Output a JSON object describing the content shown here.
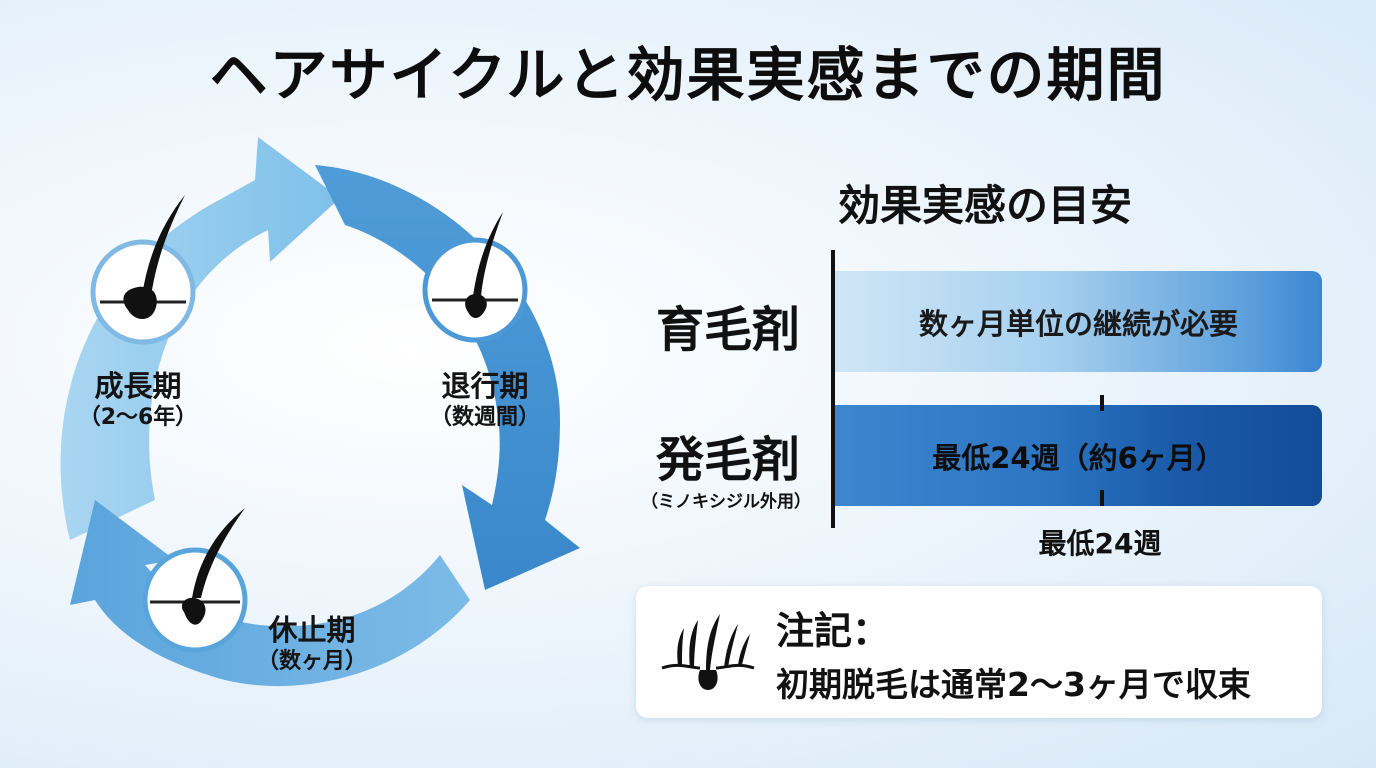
{
  "title": "ヘアサイクルと効果実感までの期間",
  "cycle": {
    "phases": [
      {
        "name": "成長期",
        "sub": "（2〜6年）"
      },
      {
        "name": "退行期",
        "sub": "（数週間）"
      },
      {
        "name": "休止期",
        "sub": "（数ヶ月）"
      }
    ]
  },
  "timeline": {
    "title": "効果実感の目安",
    "rows": [
      {
        "label": "育毛剤",
        "sublabel": "",
        "bar_text": "数ヶ月単位の継続が必要"
      },
      {
        "label": "発毛剤",
        "sublabel": "（ミノキシジル外用）",
        "bar_text": "最低24週（約6ヶ月）"
      }
    ],
    "marker_label": "最低24週"
  },
  "note": {
    "heading": "注記：",
    "text": "初期脱毛は通常2〜3ヶ月で収束"
  },
  "colors": {
    "arrow_light": "#8cc6ea",
    "arrow_mid": "#4d98d6",
    "arrow_dark": "#2f7ec6",
    "bar_dark": "#144c98"
  }
}
